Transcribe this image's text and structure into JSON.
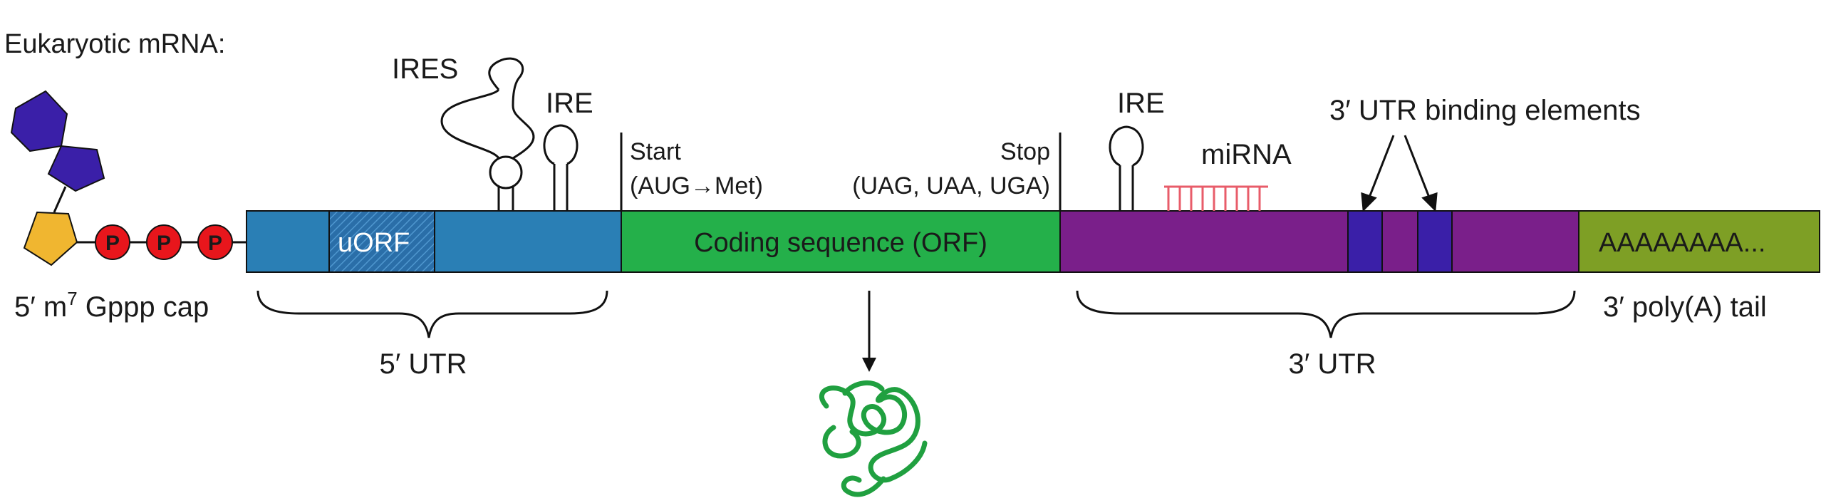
{
  "title": "Eukaryotic mRNA:",
  "cap": {
    "label_main": "5′ m",
    "label_sup": "7",
    "label_rest": " Gppp cap",
    "phosphate_symbol": "P"
  },
  "segments": {
    "uorf": "uORF",
    "coding": "Coding sequence (ORF)",
    "polya": "AAAAAAAA..."
  },
  "labels": {
    "ires": "IRES",
    "ire_left": "IRE",
    "ire_right": "IRE",
    "start_line1": "Start",
    "start_line2": "(AUG→Met)",
    "stop_line1": "Stop",
    "stop_line2": "(UAG, UAA, UGA)",
    "mirna": "miRNA",
    "binding": "3′ UTR binding elements",
    "utr5": "5′ UTR",
    "utr3": "3′ UTR",
    "polya_tail": "3′ poly(A) tail"
  },
  "colors": {
    "utr5": "#2a7fb5",
    "coding": "#24b04a",
    "utr3": "#7a1f8a",
    "binding_element": "#3a1fa8",
    "polya": "#7e9f25",
    "cap_pentagon": "#f0b630",
    "cap_hexagon": "#3a1fa8",
    "phosphate": "#e8161c",
    "mirna": "#e85c6a",
    "protein": "#20a040"
  }
}
